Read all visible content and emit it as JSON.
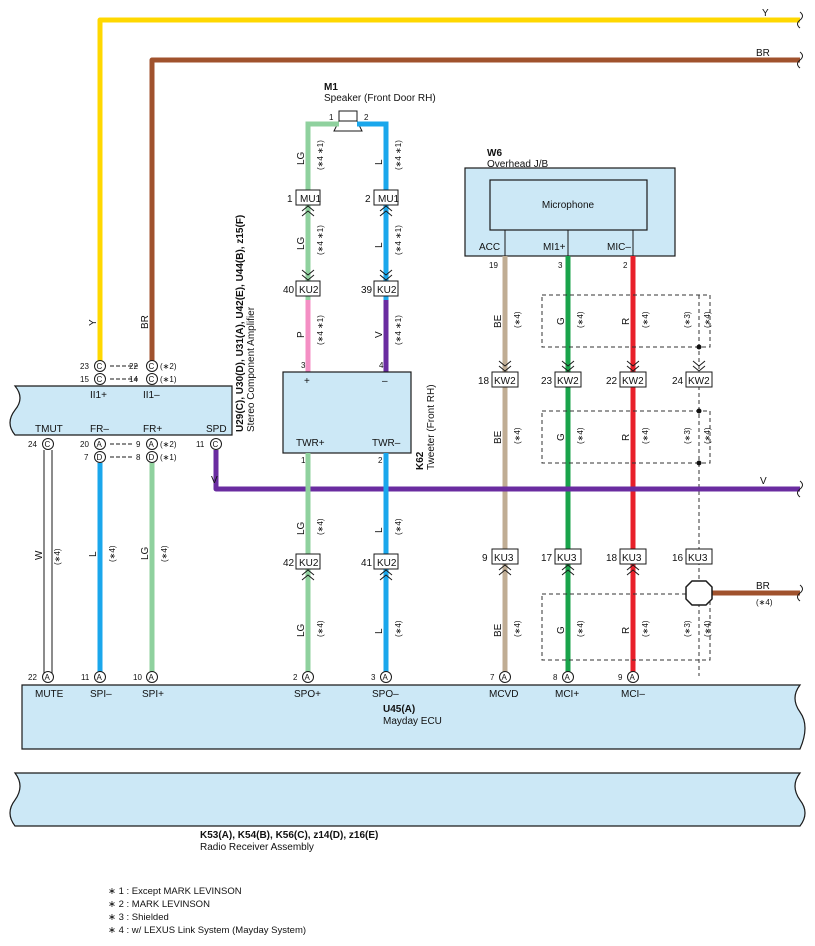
{
  "colors": {
    "Y": "#ffd800",
    "BR": "#a0522d",
    "LG": "#8fd19e",
    "L": "#1aa7ec",
    "P": "#f48fc4",
    "V": "#6a2ca0",
    "BE": "#c0ad94",
    "G": "#19a34a",
    "R": "#e8202a",
    "W": "#ffffff",
    "box": "#cce8f6"
  },
  "top_wires": {
    "y_label": "Y",
    "br_label": "BR"
  },
  "speaker": {
    "code": "M1",
    "name": "Speaker (Front Door RH)",
    "pin1": "1",
    "pin2": "2"
  },
  "overhead_jb": {
    "code": "W6",
    "name": "Overhead J/B",
    "inner": "Microphone",
    "pins": [
      {
        "label": "ACC",
        "num": "19"
      },
      {
        "label": "MI1+",
        "num": "3"
      },
      {
        "label": "MIC–",
        "num": "2"
      }
    ]
  },
  "amplifier": {
    "codes": "U29(C), U30(D), U31(A), U42(E), U44(B), z15(F)",
    "name": "Stereo Component Amplifier",
    "top_pins": [
      {
        "a": "23",
        "ca": "C",
        "b": "22",
        "cb": "C",
        "note": "(∗2)"
      },
      {
        "a": "15",
        "ca": "C",
        "b": "14",
        "cb": "C",
        "note": "(∗1)"
      }
    ],
    "top_labels": [
      "II1+",
      "II1–"
    ],
    "bottom_labels": [
      "TMUT",
      "FR–",
      "FR+",
      "SPD"
    ],
    "bottom_pins": [
      {
        "a": "24",
        "ca": "C"
      },
      {
        "a": "20",
        "ca": "A",
        "b": "9",
        "cb": "A",
        "note": "(∗2)"
      },
      {
        "a": "7",
        "ca": "D",
        "b": "8",
        "cb": "D",
        "note": "(∗1)"
      },
      {
        "a": "11",
        "ca": "C"
      }
    ]
  },
  "tweeter": {
    "code": "K62",
    "name": "Tweeter (Front RH)",
    "plus": "+",
    "minus": "–",
    "pin_in1": "3",
    "pin_in2": "4",
    "out1": "TWR+",
    "out2": "TWR–",
    "pin_out1": "1",
    "pin_out2": "2"
  },
  "connectors": {
    "mu1_a": {
      "pin": "1",
      "name": "MU1"
    },
    "mu1_b": {
      "pin": "2",
      "name": "MU1"
    },
    "ku2_a": {
      "pin": "40",
      "name": "KU2"
    },
    "ku2_b": {
      "pin": "39",
      "name": "KU2"
    },
    "ku2_c": {
      "pin": "42",
      "name": "KU2"
    },
    "ku2_d": {
      "pin": "41",
      "name": "KU2"
    },
    "kw2_a": {
      "pin": "18",
      "name": "KW2"
    },
    "kw2_b": {
      "pin": "23",
      "name": "KW2"
    },
    "kw2_c": {
      "pin": "22",
      "name": "KW2"
    },
    "kw2_d": {
      "pin": "24",
      "name": "KW2"
    },
    "ku3_a": {
      "pin": "9",
      "name": "KU3"
    },
    "ku3_b": {
      "pin": "17",
      "name": "KU3"
    },
    "ku3_c": {
      "pin": "18",
      "name": "KU3"
    },
    "ku3_d": {
      "pin": "16",
      "name": "KU3"
    }
  },
  "wire_labels": {
    "lg": "LG",
    "l": "L",
    "p": "P",
    "v": "V",
    "be": "BE",
    "g": "G",
    "r": "R",
    "w": "W",
    "y": "Y",
    "br": "BR",
    "n4": "(∗4)",
    "n4_1": "(∗4 ∗1)",
    "n3": "(∗3)"
  },
  "shield_wire": {
    "label": "BR",
    "note": "(∗4)"
  },
  "mayday": {
    "code": "U45(A)",
    "name": "Mayday ECU",
    "pins": [
      {
        "num": "22",
        "c": "A",
        "label": "MUTE"
      },
      {
        "num": "11",
        "c": "A",
        "label": "SPI–"
      },
      {
        "num": "10",
        "c": "A",
        "label": "SPI+"
      },
      {
        "num": "2",
        "c": "A",
        "label": "SPO+"
      },
      {
        "num": "3",
        "c": "A",
        "label": "SPO–"
      },
      {
        "num": "7",
        "c": "A",
        "label": "MCVD"
      },
      {
        "num": "8",
        "c": "A",
        "label": "MCI+"
      },
      {
        "num": "9",
        "c": "A",
        "label": "MCI–"
      }
    ]
  },
  "radio": {
    "code": "K53(A), K54(B), K56(C), z14(D), z16(E)",
    "name": "Radio Receiver Assembly"
  },
  "notes": [
    "∗ 1 : Except MARK LEVINSON",
    "∗ 2 : MARK LEVINSON",
    "∗ 3 : Shielded",
    "∗ 4 : w/ LEXUS Link System (Mayday System)"
  ]
}
